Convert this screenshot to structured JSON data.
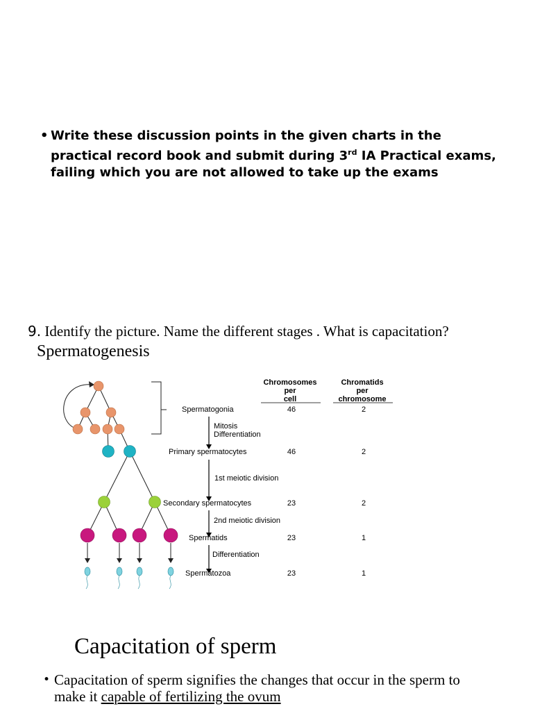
{
  "note": {
    "bullet": "•",
    "pre": "Write these  discussion points  in the given  charts  in the practical record book and submit during 3",
    "sup": "rd",
    "post": " IA Practical exams, failing which you are not allowed to take up the exams"
  },
  "question": {
    "number": "9.",
    "text": " Identify the picture. Name the different stages . What is capacitation?",
    "answer": "Spermatogenesis"
  },
  "diagram": {
    "columns": [
      [
        "Chromosomes",
        "per",
        "cell"
      ],
      [
        "Chromatids",
        "per",
        "chromosome"
      ]
    ],
    "stages": [
      {
        "name": "Spermatogonia",
        "chromosomes": "46",
        "chromatids": "2"
      },
      {
        "name": "Primary spermatocytes",
        "chromosomes": "46",
        "chromatids": "2"
      },
      {
        "name": "Secondary spermatocytes",
        "chromosomes": "23",
        "chromatids": "2"
      },
      {
        "name": "Spermatids",
        "chromosomes": "23",
        "chromatids": "1"
      },
      {
        "name": "Spermatozoa",
        "chromosomes": "23",
        "chromatids": "1"
      }
    ],
    "processes": [
      [
        "Mitosis",
        "Differentiation"
      ],
      [
        "1st meiotic division"
      ],
      [
        "2nd meiotic division"
      ],
      [
        "Differentiation"
      ]
    ],
    "colors": {
      "spermatogonia": "#e8956b",
      "primary": "#1fb3c4",
      "secondary": "#9bd13a",
      "spermatid": "#c8187e",
      "sperm": "#7fd3e0"
    }
  },
  "capacitation": {
    "title": "Capacitation of sperm",
    "bullet": "•",
    "text_pre": "Capacitation of sperm signifies the changes that occur in the sperm to make it ",
    "text_underlined": "capable of fertilizing the ovum"
  }
}
